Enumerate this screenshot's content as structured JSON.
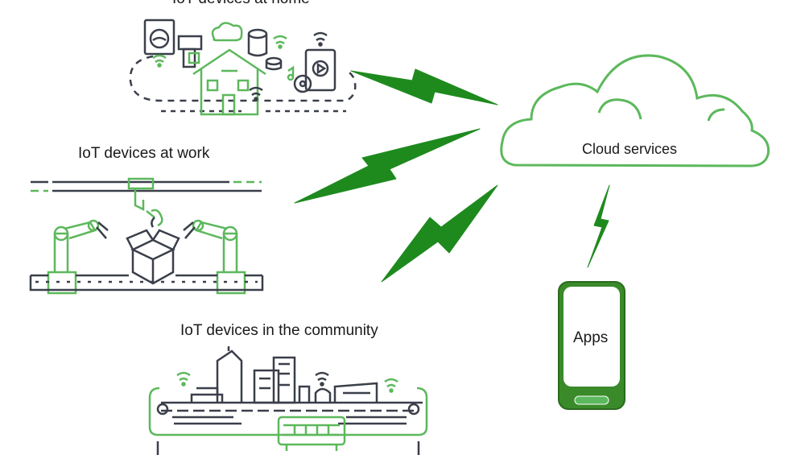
{
  "labels": {
    "home": "IoT devices at home",
    "work": "IoT devices at work",
    "community": "IoT devices in the community",
    "cloud": "Cloud services",
    "apps": "Apps"
  },
  "colors": {
    "green_line": "#5cb85c",
    "green_bolt": "#1e8a1e",
    "phone_green": "#3a8a2a",
    "dark_line": "#3a3f4a"
  },
  "icons": [
    "washing-machine-icon",
    "coffee-maker-icon",
    "cloud-icon",
    "database-icon",
    "wifi-icon",
    "house-icon",
    "music-player-icon",
    "robot-arm-icon",
    "package-box-icon",
    "city-skyline-icon",
    "bus-icon",
    "lightning-bolt-icon",
    "smartphone-icon"
  ]
}
